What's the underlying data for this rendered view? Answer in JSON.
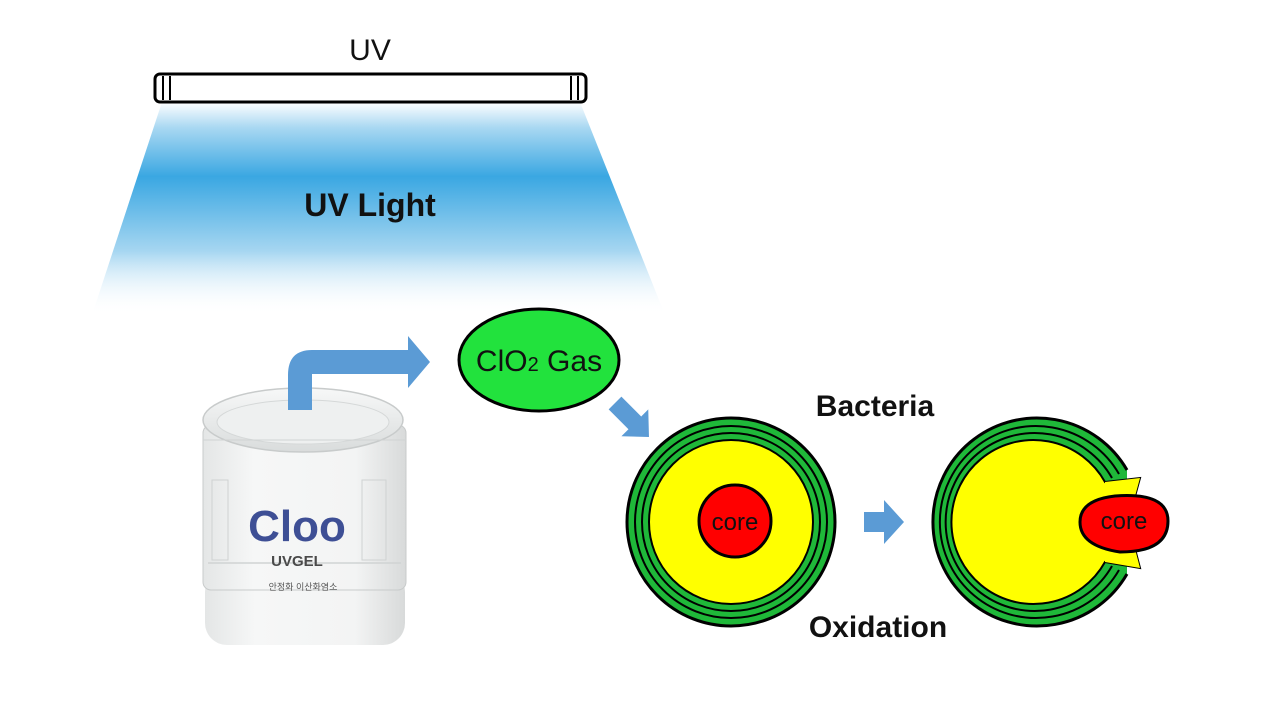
{
  "diagram": {
    "uv_lamp_label": "UV",
    "uv_light_label": "UV Light",
    "gas_label_prefix": "ClO",
    "gas_label_sub": "2",
    "gas_label_suffix": " Gas",
    "bacteria_label": "Bacteria",
    "oxidation_label": "Oxidation",
    "core_label_intact": "core",
    "core_label_damaged": "core",
    "product": {
      "brand": "Cloo",
      "line": "UVGEL",
      "korean": "안정화 이산화염소"
    },
    "colors": {
      "uv_beam": "#3aa7e2",
      "gas_fill": "#22e23d",
      "cell_membrane": "#1fb839",
      "cell_body": "#ffff00",
      "core": "#ff0000",
      "arrow": "#5b9bd5"
    }
  }
}
